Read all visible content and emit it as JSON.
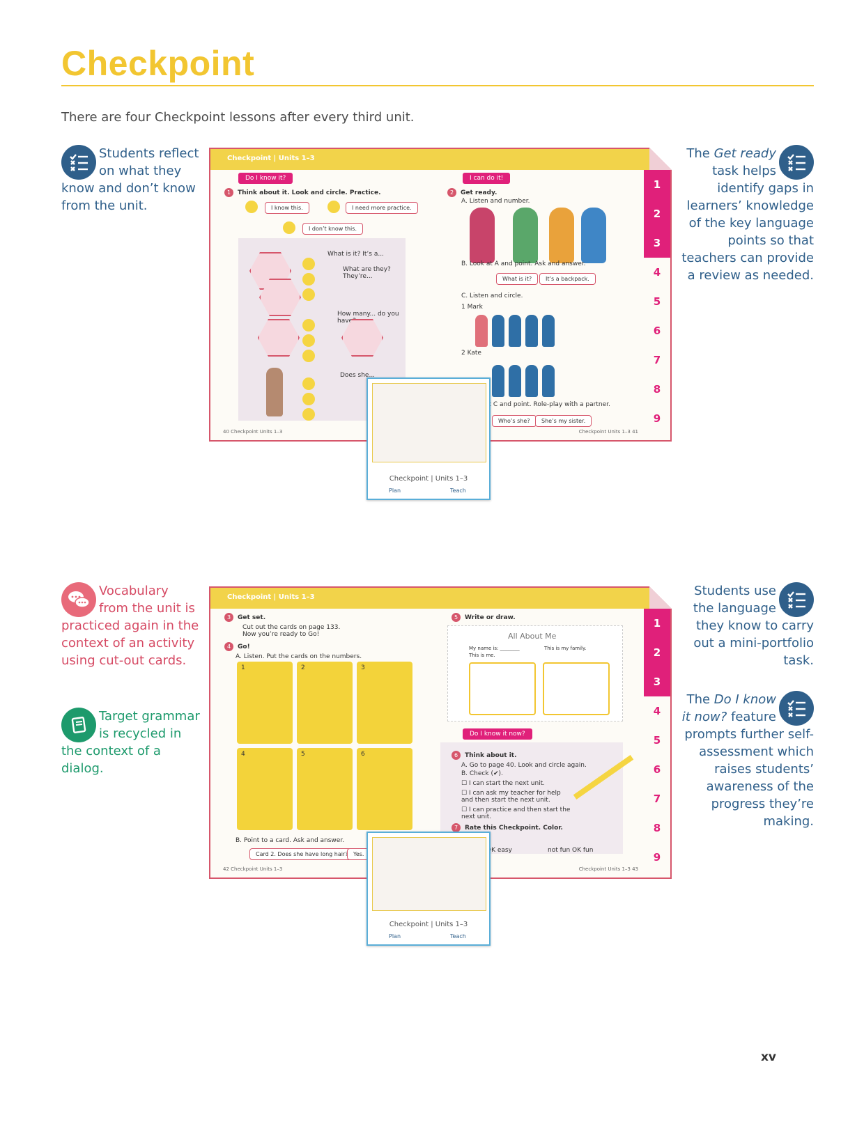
{
  "page": {
    "title": "Checkpoint",
    "intro": "There are four Checkpoint lessons after every third unit.",
    "page_number": "xv"
  },
  "notes": {
    "reflect": "Students reflect on what they know and don’t know from the unit.",
    "get_ready_pre": "The",
    "get_ready_em": "Get ready",
    "get_ready_post": "task helps identify gaps in learners’ knowledge of the key language points so that teachers can provide a review as needed.",
    "vocabulary": "Vocabulary from the unit is practiced again in the context of an activity using cut-out cards.",
    "grammar": "Target grammar is recycled in the context of a dialog.",
    "portfolio": "Students use the language they know to carry out a mini-portfolio task.",
    "do_i_know_pre": "The",
    "do_i_know_em": "Do I know it now?",
    "do_i_know_post": "feature prompts further self-assessment which raises students’ awareness of the progress they’re making."
  },
  "icons": {
    "checklist": "checklist-icon",
    "speech": "speech-bubbles-icon",
    "book": "book-icon"
  },
  "spread1": {
    "band_label": "Checkpoint | Units 1–3",
    "tabs": [
      "1",
      "2",
      "3",
      "4",
      "5",
      "6",
      "7",
      "8",
      "9"
    ],
    "pill_left": "Do I know it?",
    "pill_right": "I can do it!",
    "task1": "Think about it. Look and circle. Practice.",
    "bubble_know": "I know this.",
    "bubble_practice": "I need more practice.",
    "bubble_dont": "I don’t know this.",
    "q1": "What is it? It’s a...",
    "q2": "What are they? They’re...",
    "q3": "How many... do you have?",
    "q4": "Does she...",
    "get_ready": "Get ready.",
    "a_listen": "A. Listen and number.",
    "b_look": "B. Look at A and point. Ask and answer.",
    "bubble_what": "What is it?",
    "bubble_backpack": "It’s a backpack.",
    "c_listen": "C. Listen and circle.",
    "mark": "1  Mark",
    "kate": "2  Kate",
    "roleplay": "at C and point. Role-play with a partner.",
    "bubble_who": "Who’s she?",
    "bubble_sister": "She’s my sister.",
    "foot_left": "40  Checkpoint Units 1–3",
    "foot_right": "Checkpoint Units 1–3  41"
  },
  "spread2": {
    "band_label": "Checkpoint | Units 1–3",
    "get_set": "Get set.",
    "cut_out": "Cut out the cards on page 133. Now you’re ready to Go!",
    "go": "Go!",
    "a_put": "A. Listen. Put the cards on the numbers.",
    "cards": [
      "1",
      "2",
      "3",
      "4",
      "5",
      "6"
    ],
    "b_point": "B. Point to a card. Ask and answer.",
    "bubble_card": "Card 2. Does she have long hair?",
    "bubble_yes": "Yes.",
    "write_draw": "Write or draw.",
    "all_about": "All About Me",
    "my_name": "My name is: ________",
    "this_is_me": "This is me.",
    "my_family": "This is my family.",
    "pill_now": "Do I know it now?",
    "think": "Think about it.",
    "go_page": "A. Go to page 40. Look and circle again.",
    "check": "B. Check (✔).",
    "check1": "I can start the next unit.",
    "check2": "I can ask my teacher for help and then start the next unit.",
    "check3": "I can practice and then start the next unit.",
    "rate": "Rate this Checkpoint. Color.",
    "rate_left": "OK   easy",
    "rate_right": "not fun  OK   fun",
    "foot_left": "42  Checkpoint Units 1–3",
    "foot_right": "Checkpoint Units 1–3  43"
  },
  "thumb": {
    "label": "Checkpoint | Units 1–3",
    "plan": "Plan",
    "teach": "Teach"
  },
  "colors": {
    "title_yellow": "#f2c631",
    "note_blue": "#2f5f8a",
    "note_red": "#d64a64",
    "note_green": "#1d9a6c",
    "tab_magenta": "#e0207a"
  }
}
